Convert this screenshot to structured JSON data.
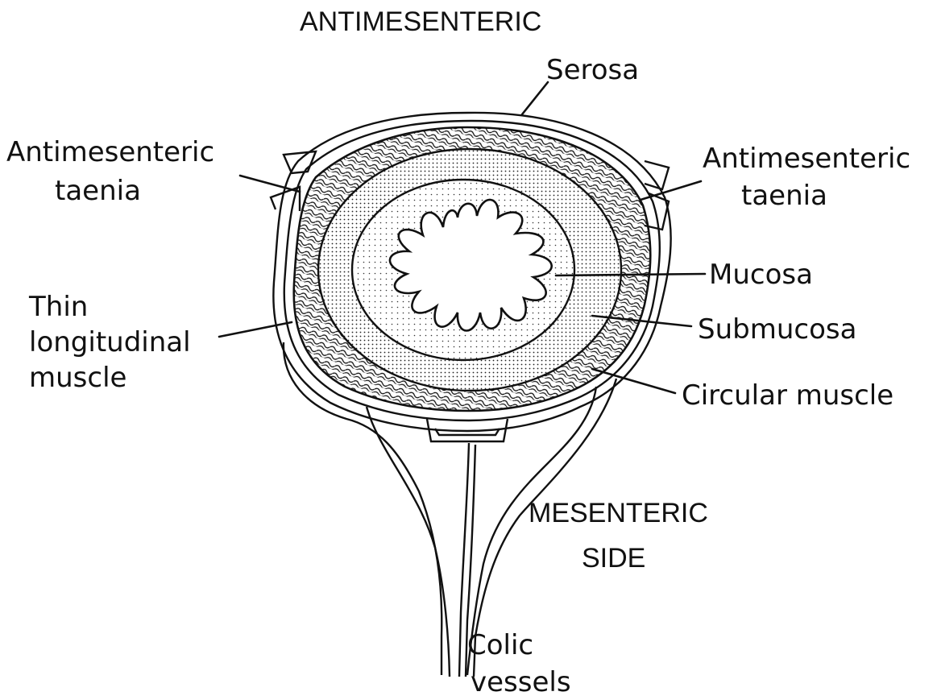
{
  "orientation": {
    "top": "ANTIMESENTERIC",
    "bottom_line1": "MESENTERIC",
    "bottom_line2": "SIDE"
  },
  "labels": {
    "serosa": "Serosa",
    "antimesenteric_taenia_left_1": "Antimesenteric",
    "antimesenteric_taenia_left_2": "taenia",
    "antimesenteric_taenia_right_1": "Antimesenteric",
    "antimesenteric_taenia_right_2": "taenia",
    "mucosa": "Mucosa",
    "submucosa": "Submucosa",
    "circular_muscle": "Circular muscle",
    "thin_longitudinal_1": "Thin",
    "thin_longitudinal_2": "longitudinal",
    "thin_longitudinal_3": "muscle",
    "colic_vessels_1": "Colic",
    "colic_vessels_2": "vessels"
  }
}
